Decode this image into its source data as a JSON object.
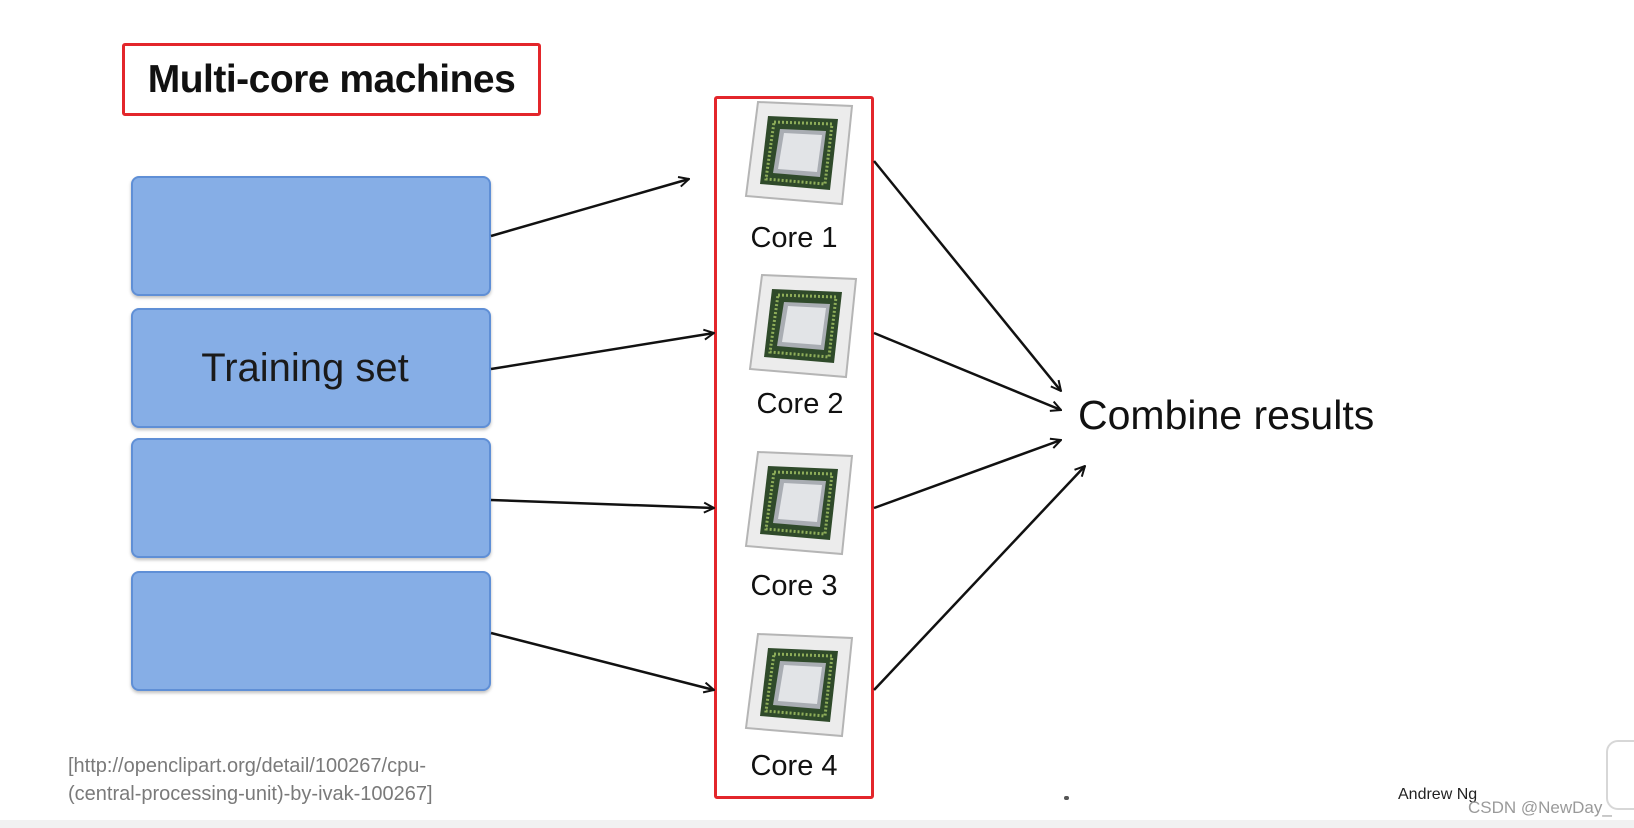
{
  "slide": {
    "title": "Multi-core machines",
    "training_label": "Training set",
    "cores": [
      "Core 1",
      "Core 2",
      "Core 3",
      "Core 4"
    ],
    "combine_label": "Combine results",
    "source_line1": "[http://openclipart.org/detail/100267/cpu-",
    "source_line2": "(central-processing-unit)-by-ivak-100267]",
    "author": "Andrew Ng",
    "watermark": "CSDN @NewDay_"
  },
  "colors": {
    "highlight_border": "#e3262b",
    "block_fill": "#86aee6",
    "block_border": "#5f8fd6",
    "arrow": "#111111"
  },
  "icons": [
    "cpu-chip-icon"
  ]
}
